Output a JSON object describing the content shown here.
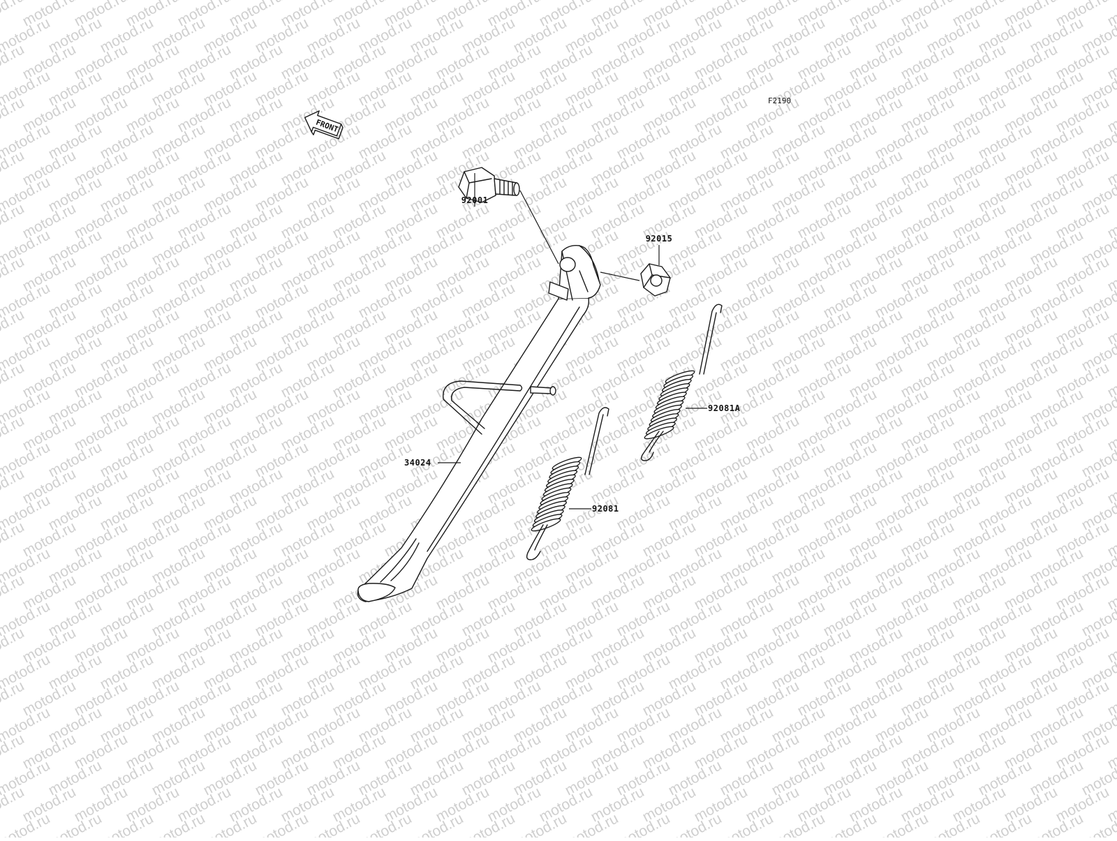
{
  "watermark": {
    "text": "motod.ru",
    "color": "#cfcfcf"
  },
  "figure_code": "F2190",
  "front_arrow": {
    "label": "FRONT"
  },
  "parts": {
    "bolt": {
      "number": "92001"
    },
    "nut": {
      "number": "92015"
    },
    "side_stand": {
      "number": "34024"
    },
    "spring_a": {
      "number": "92081A"
    },
    "spring": {
      "number": "92081"
    }
  },
  "colors": {
    "line": "#1a1a1a",
    "background": "#ffffff"
  }
}
